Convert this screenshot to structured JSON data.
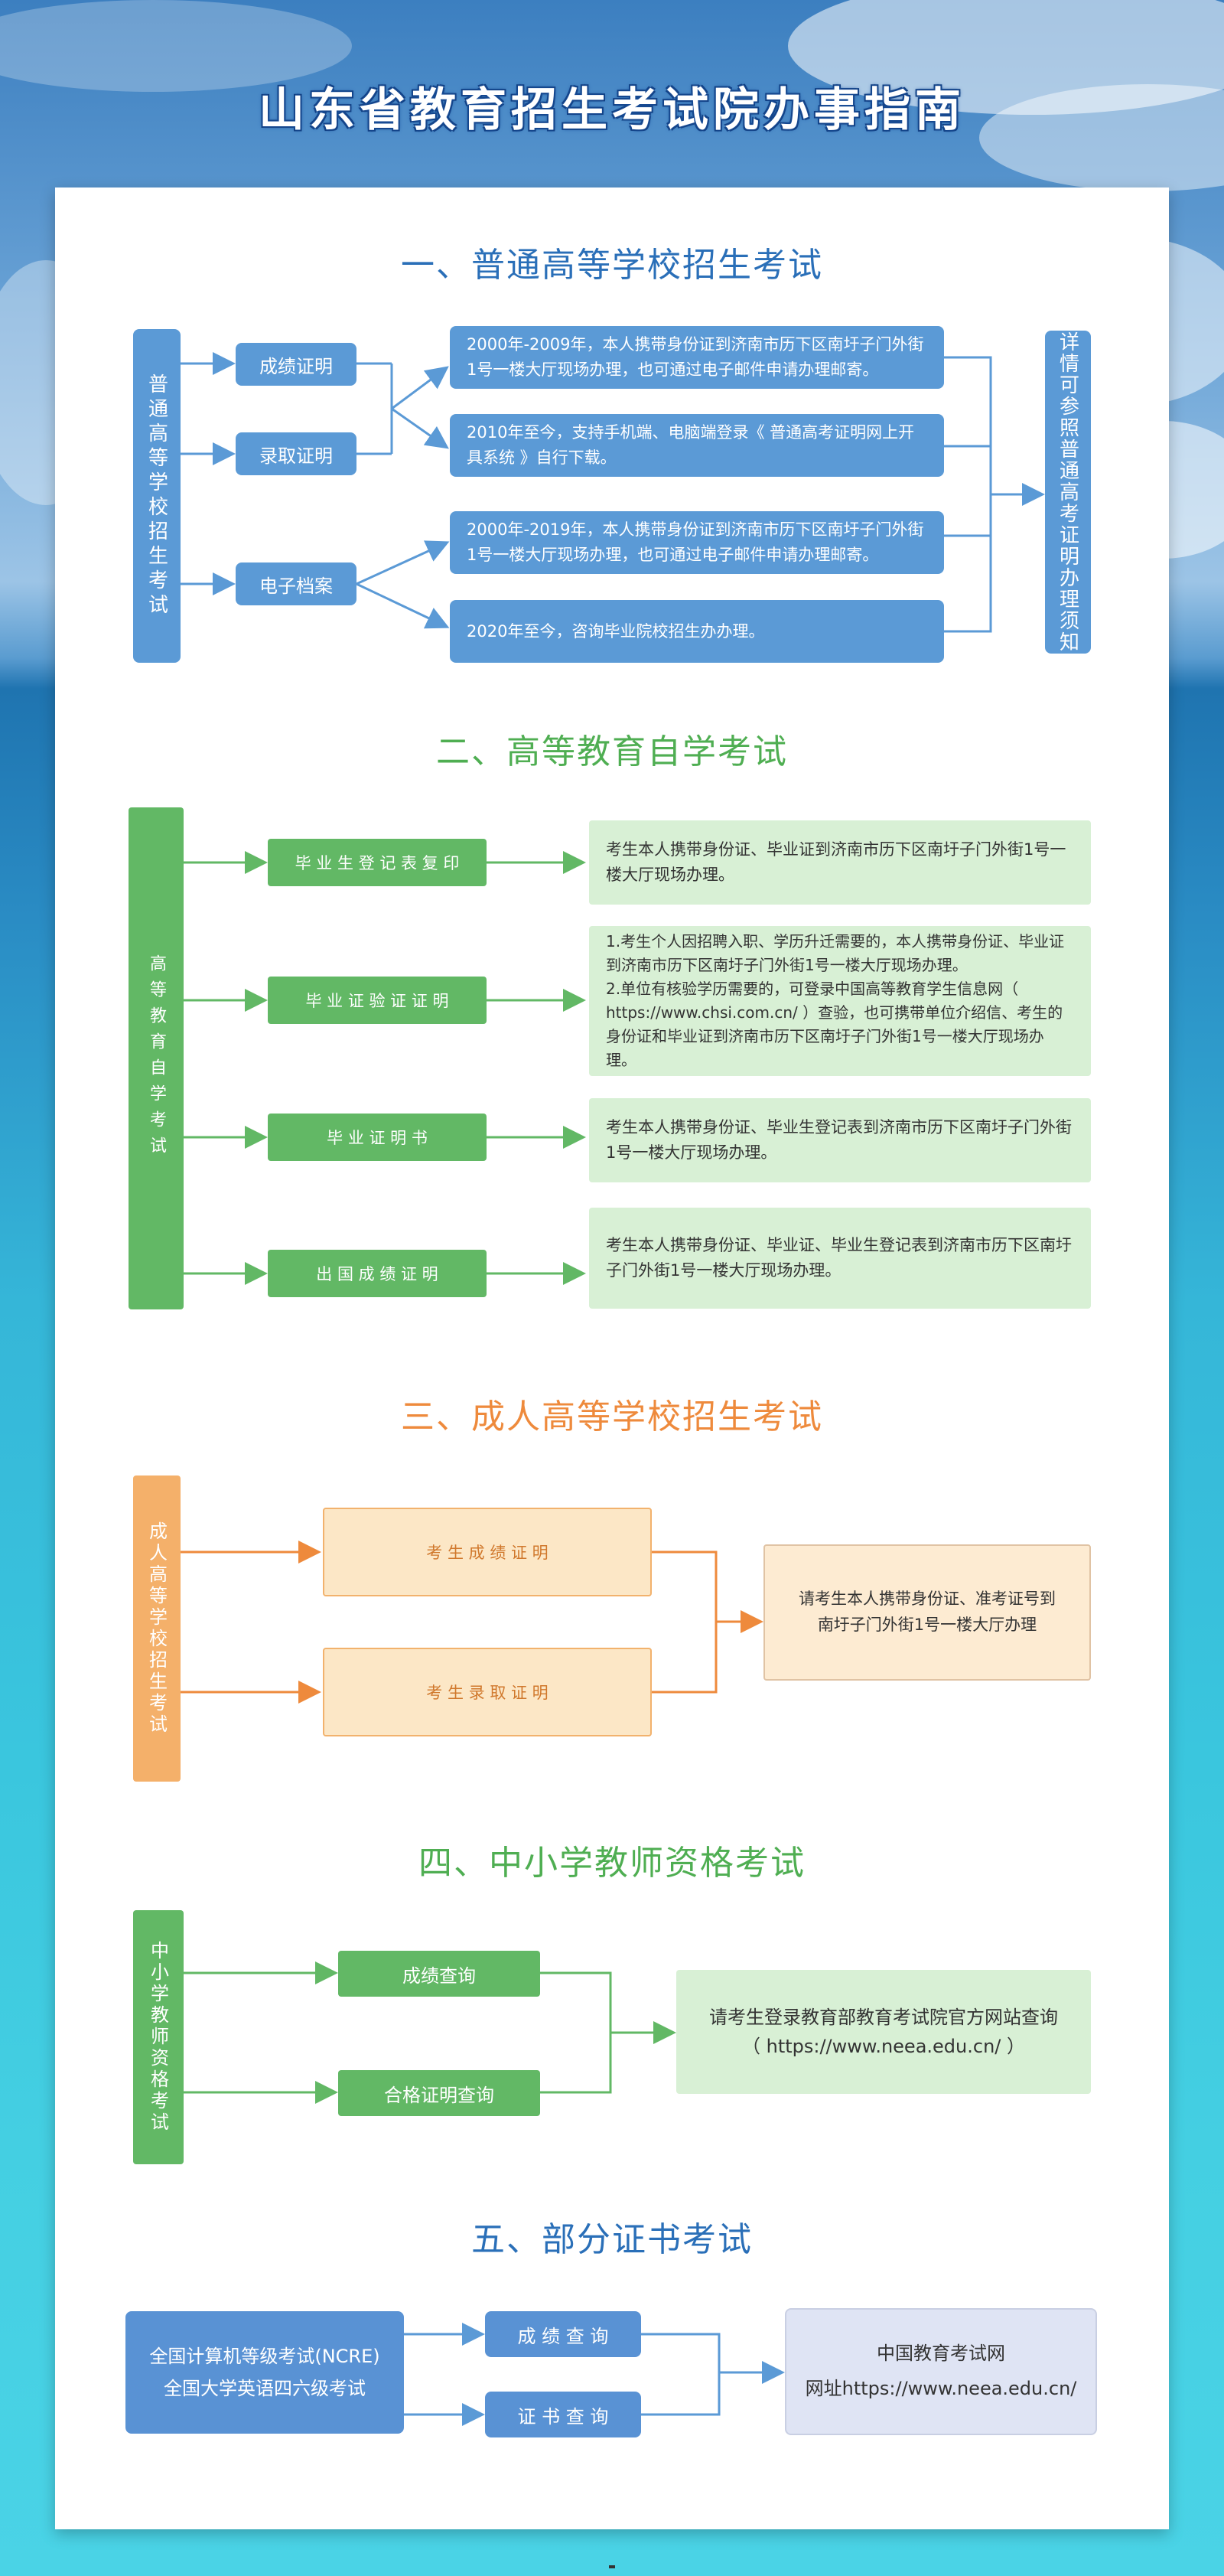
{
  "title": "山东省教育招生考试院办事指南",
  "colors": {
    "blue": "#5b9ad6",
    "green": "#62b865",
    "orange": "#f4b06a",
    "title_blue": "#2a6fb8"
  },
  "s1": {
    "title": "一、普通高等学校招生考试",
    "left": "普通高等学校招生考试",
    "b1": "成绩证明",
    "b2": "录取证明",
    "b3": "电子档案",
    "t1": "2000年-2009年，本人携带身份证到济南市历下区南圩子门外街1号一楼大厅现场办理，也可通过电子邮件申请办理邮寄。",
    "t2": "2010年至今，支持手机端、电脑端登录《 普通高考证明网上开具系统 》自行下载。",
    "t3": "2000年-2019年，本人携带身份证到济南市历下区南圩子门外街1号一楼大厅现场办理，也可通过电子邮件申请办理邮寄。",
    "t4": "2020年至今，咨询毕业院校招生办办理。",
    "right": "详情可参照普通高考证明办理须知"
  },
  "s2": {
    "title": "二、高等教育自学考试",
    "left": "高等教育自学考试",
    "b1": "毕 业 生 登 记 表 复 印",
    "b2": "毕 业 证 验 证 证 明",
    "b3": "毕 业 证 明 书",
    "b4": "出 国 成 绩 证 明",
    "t1": "考生本人携带身份证、毕业证到济南市历下区南圩子门外街1号一楼大厅现场办理。",
    "t2a": "1.考生个人因招聘入职、学历升迁需要的，本人携带身份证、毕业证到济南市历下区南圩子门外街1号一楼大厅现场办理。",
    "t2b": "2.单位有核验学历需要的，可登录中国高等教育学生信息网（ https://www.chsi.com.cn/ ）查验，也可携带单位介绍信、考生的身份证和毕业证到济南市历下区南圩子门外街1号一楼大厅现场办理。",
    "t3": "考生本人携带身份证、毕业生登记表到济南市历下区南圩子门外街1号一楼大厅现场办理。",
    "t4": "考生本人携带身份证、毕业证、毕业生登记表到济南市历下区南圩子门外街1号一楼大厅现场办理。"
  },
  "s3": {
    "title": "三、成人高等学校招生考试",
    "left": "成人高等学校招生考试",
    "b1": "考 生 成 绩 证 明",
    "b2": "考 生 录 取 证 明",
    "t1": "请考生本人携带身份证、准考证号到南圩子门外街1号一楼大厅办理"
  },
  "s4": {
    "title": "四、中小学教师资格考试",
    "left": "中小学教师资格考试",
    "b1": "成绩查询",
    "b2": "合格证明查询",
    "t1a": "请考生登录教育部教育考试院官方网站查询",
    "t1b": "（ https://www.neea.edu.cn/ ）"
  },
  "s5": {
    "title": "五、部分证书考试",
    "left1": "全国计算机等级考试(NCRE)",
    "left2": "全国大学英语四六级考试",
    "b1": "成 绩 查 询",
    "b2": "证 书 查 询",
    "r1": "中国教育考试网",
    "r2": "网址https://www.neea.edu.cn/"
  }
}
